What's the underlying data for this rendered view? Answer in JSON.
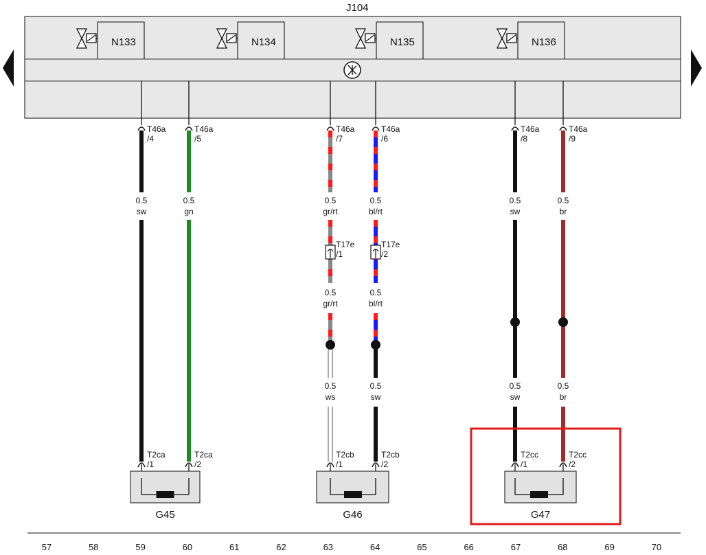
{
  "module": {
    "label": "J104"
  },
  "valves": [
    {
      "label": "N133"
    },
    {
      "label": "N134"
    },
    {
      "label": "N135"
    },
    {
      "label": "N136"
    }
  ],
  "wires": [
    {
      "id": "w1",
      "col": "59",
      "color": "#111111",
      "stripe": null,
      "top_pin": "T46a",
      "top_pin_no": "/4",
      "upper_label": [
        "0.5",
        "sw"
      ],
      "mid_connector": null,
      "lower_label": null,
      "bottom_pin": "T2ca",
      "bottom_pin_no": "/1",
      "sensor": "G45"
    },
    {
      "id": "w2",
      "col": "60",
      "color": "#1f8a1f",
      "stripe": null,
      "top_pin": "T46a",
      "top_pin_no": "/5",
      "upper_label": [
        "0.5",
        "gn"
      ],
      "mid_connector": null,
      "lower_label": null,
      "bottom_pin": "T2ca",
      "bottom_pin_no": "/2",
      "sensor": "G45"
    },
    {
      "id": "w3",
      "col": "63",
      "color": "#888888",
      "stripe": "#ff1a1a",
      "top_pin": "T46a",
      "top_pin_no": "/7",
      "upper_label": [
        "0.5",
        "gr/rt"
      ],
      "mid_connector": {
        "label": "T17e",
        "no": "/1"
      },
      "mid_label": [
        "0.5",
        "gr/rt"
      ],
      "lower_label": [
        "0.5",
        "ws"
      ],
      "lower_color": "#ffffff",
      "bottom_pin": "T2cb",
      "bottom_pin_no": "/1",
      "sensor": "G46"
    },
    {
      "id": "w4",
      "col": "64",
      "color": "#1a1aff",
      "stripe": "#ff1a1a",
      "top_pin": "T46a",
      "top_pin_no": "/6",
      "upper_label": [
        "0.5",
        "bl/rt"
      ],
      "mid_connector": {
        "label": "T17e",
        "no": "/2"
      },
      "mid_label": [
        "0.5",
        "bl/rt"
      ],
      "lower_label": [
        "0.5",
        "sw"
      ],
      "lower_color": "#111111",
      "bottom_pin": "T2cb",
      "bottom_pin_no": "/2",
      "sensor": "G46"
    },
    {
      "id": "w5",
      "col": "67",
      "color": "#111111",
      "stripe": null,
      "top_pin": "T46a",
      "top_pin_no": "/8",
      "upper_label": [
        "0.5",
        "sw"
      ],
      "mid_connector": null,
      "lower_label": [
        "0.5",
        "sw"
      ],
      "lower_color": "#111111",
      "bottom_pin": "T2cc",
      "bottom_pin_no": "/1",
      "sensor": "G47"
    },
    {
      "id": "w6",
      "col": "68",
      "color": "#a52a2a",
      "stripe": null,
      "top_pin": "T46a",
      "top_pin_no": "/9",
      "upper_label": [
        "0.5",
        "br"
      ],
      "mid_connector": null,
      "lower_label": [
        "0.5",
        "br"
      ],
      "lower_color": "#a52a2a",
      "bottom_pin": "T2cc",
      "bottom_pin_no": "/2",
      "sensor": "G47"
    }
  ],
  "sensors": [
    {
      "label": "G45"
    },
    {
      "label": "G46"
    },
    {
      "label": "G47"
    }
  ],
  "columns": [
    "57",
    "58",
    "59",
    "60",
    "61",
    "62",
    "63",
    "64",
    "65",
    "66",
    "67",
    "68",
    "69",
    "70"
  ],
  "highlight": {
    "target": "G47",
    "color": "#e01b1b"
  },
  "nav": {
    "prev_icon": "triangle-left-icon",
    "next_icon": "triangle-right-icon"
  }
}
